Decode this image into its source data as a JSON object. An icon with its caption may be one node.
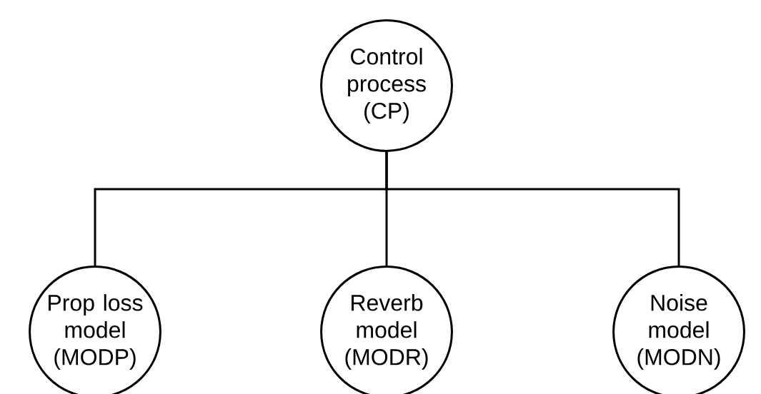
{
  "diagram": {
    "nodes": [
      {
        "text": [
          "Control process (CP)"
        ]
      },
      {
        "text": [
          "Prop loss model (MODP)"
        ]
      },
      {
        "text": [
          "Reverb model (MODR)"
        ]
      },
      {
        "text": [
          "Noise model (MODN)"
        ]
      }
    ],
    "edges": [
      {
        "from": 0,
        "to": 1,
        "arrow": "none"
      },
      {
        "from": 0,
        "to": 2,
        "arrow": "none"
      },
      {
        "from": 0,
        "to": 3,
        "arrow": "none"
      }
    ]
  }
}
